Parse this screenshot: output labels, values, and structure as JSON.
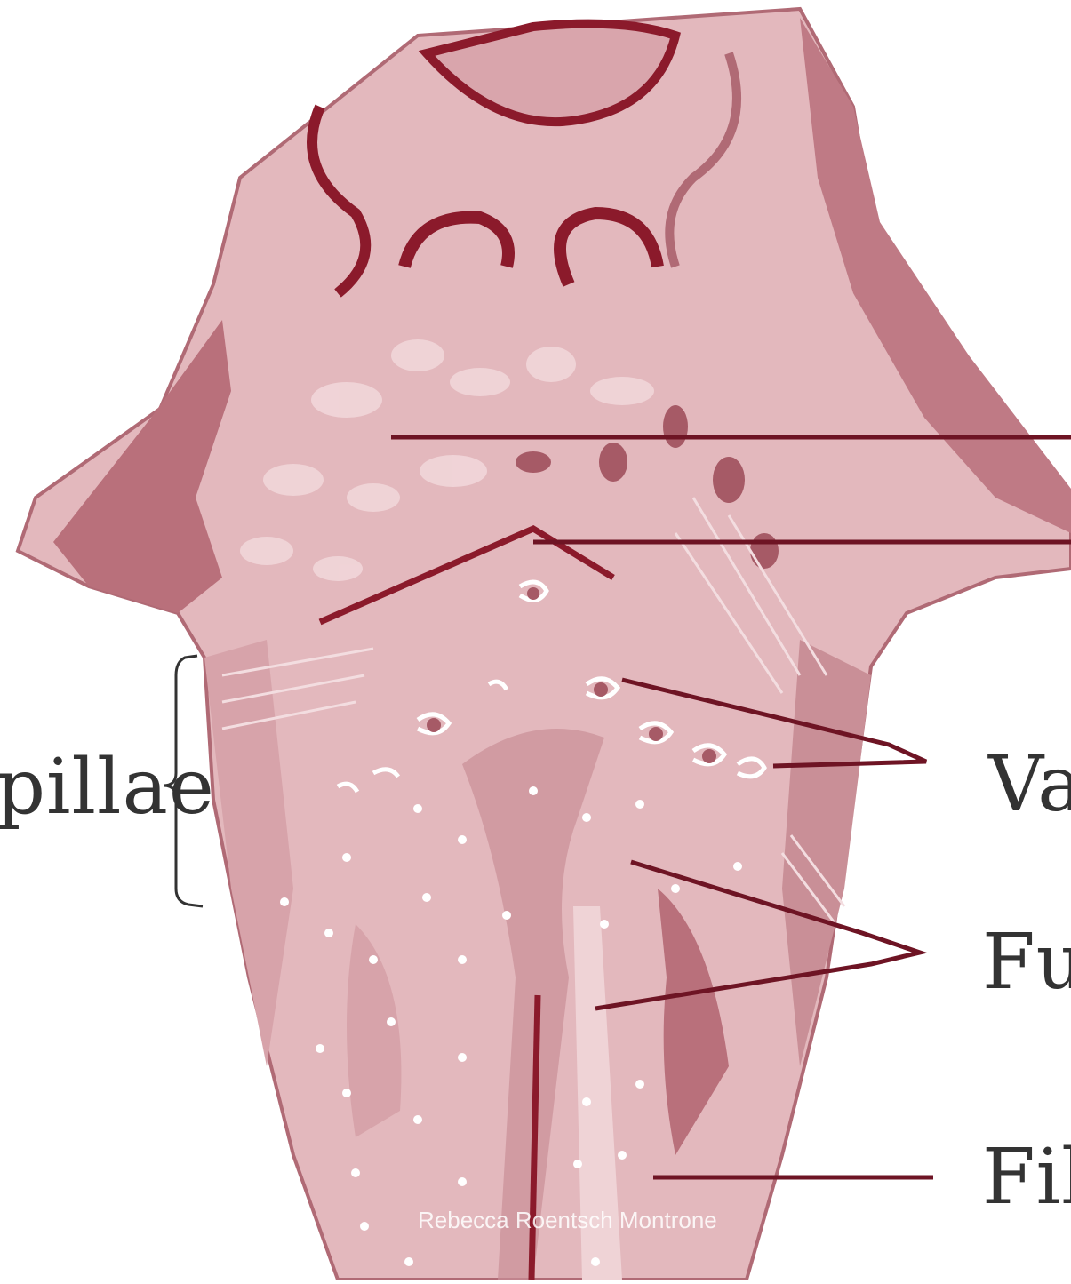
{
  "colors": {
    "background": "#ffffff",
    "tissue_light": "#e8c4c8",
    "tissue_mid": "#c98f97",
    "tissue_dark": "#a65a66",
    "accent_dark": "#8b1a2b",
    "leader_line": "#6e1424",
    "label_text": "#333333"
  },
  "labels": {
    "papillae_partial": "pillae",
    "vallate_partial": "Va",
    "fungiform_partial": "Fu",
    "filiform_partial": "Fil"
  },
  "watermark": "Rebecca Roentsch Montrone"
}
